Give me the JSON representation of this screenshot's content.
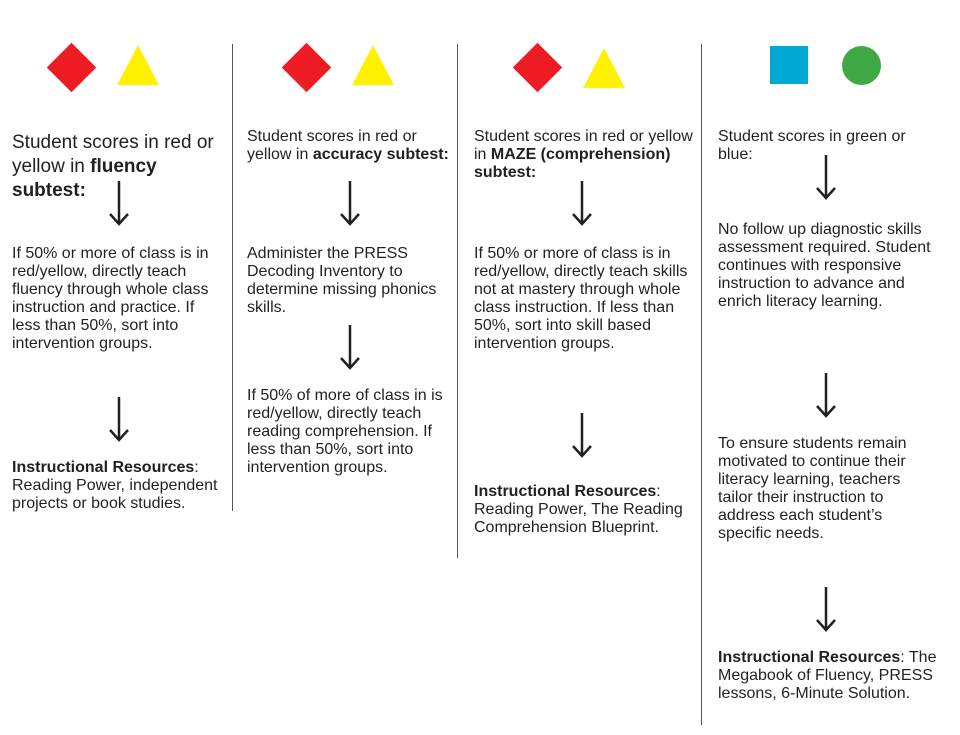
{
  "colors": {
    "red": "#ed1c24",
    "yellow": "#fff200",
    "blue": "#00a9d4",
    "green": "#3fa845"
  },
  "columns": [
    {
      "shapes": [
        "red-diamond",
        "yellow-triangle"
      ],
      "header_pre": "Student scores in red or yellow in ",
      "header_bold": "fluency subtest:",
      "step1": "If 50% or more of class is in red/yellow, directly teach fluency through whole class instruction and practice. If less than 50%, sort into intervention groups.",
      "resources_label": "Instructional Resources",
      "resources_colon": ":",
      "resources_text": "Reading Power, independent projects or book studies."
    },
    {
      "shapes": [
        "red-diamond",
        "yellow-triangle"
      ],
      "header_pre": "Student scores in red or yellow in ",
      "header_bold": "accuracy subtest:",
      "step1": "Administer the PRESS Decoding Inventory to determine missing phonics skills.",
      "step2": "If 50% of more of class in is red/yellow, directly teach reading comprehension. If less than 50%, sort into intervention groups."
    },
    {
      "shapes": [
        "red-diamond",
        "yellow-triangle"
      ],
      "header_pre": "Student scores in red or yellow in ",
      "header_bold": "MAZE (comprehension) subtest:",
      "step1": "If 50% or more of class is in red/yellow, directly teach skills not at mastery through whole class instruction. If less than 50%, sort into skill based intervention groups.",
      "resources_label": "Instructional Resources",
      "resources_colon": ":",
      "resources_text": "Reading Power, The Reading Comprehension Blueprint."
    },
    {
      "shapes": [
        "blue-square",
        "green-circle"
      ],
      "header_pre": "Student scores in green or blue:",
      "step1": "No follow up diagnostic skills assessment required. Student continues with responsive instruction to advance and enrich literacy learning.",
      "step2": "To ensure students remain motivated to continue their literacy learning, teachers tailor their instruction to address each student’s specific needs.",
      "resources_label": "Instructional Resources",
      "resources_colon": ":",
      "resources_text": "The Megabook of Fluency, PRESS lessons, 6-Minute Solution."
    }
  ]
}
